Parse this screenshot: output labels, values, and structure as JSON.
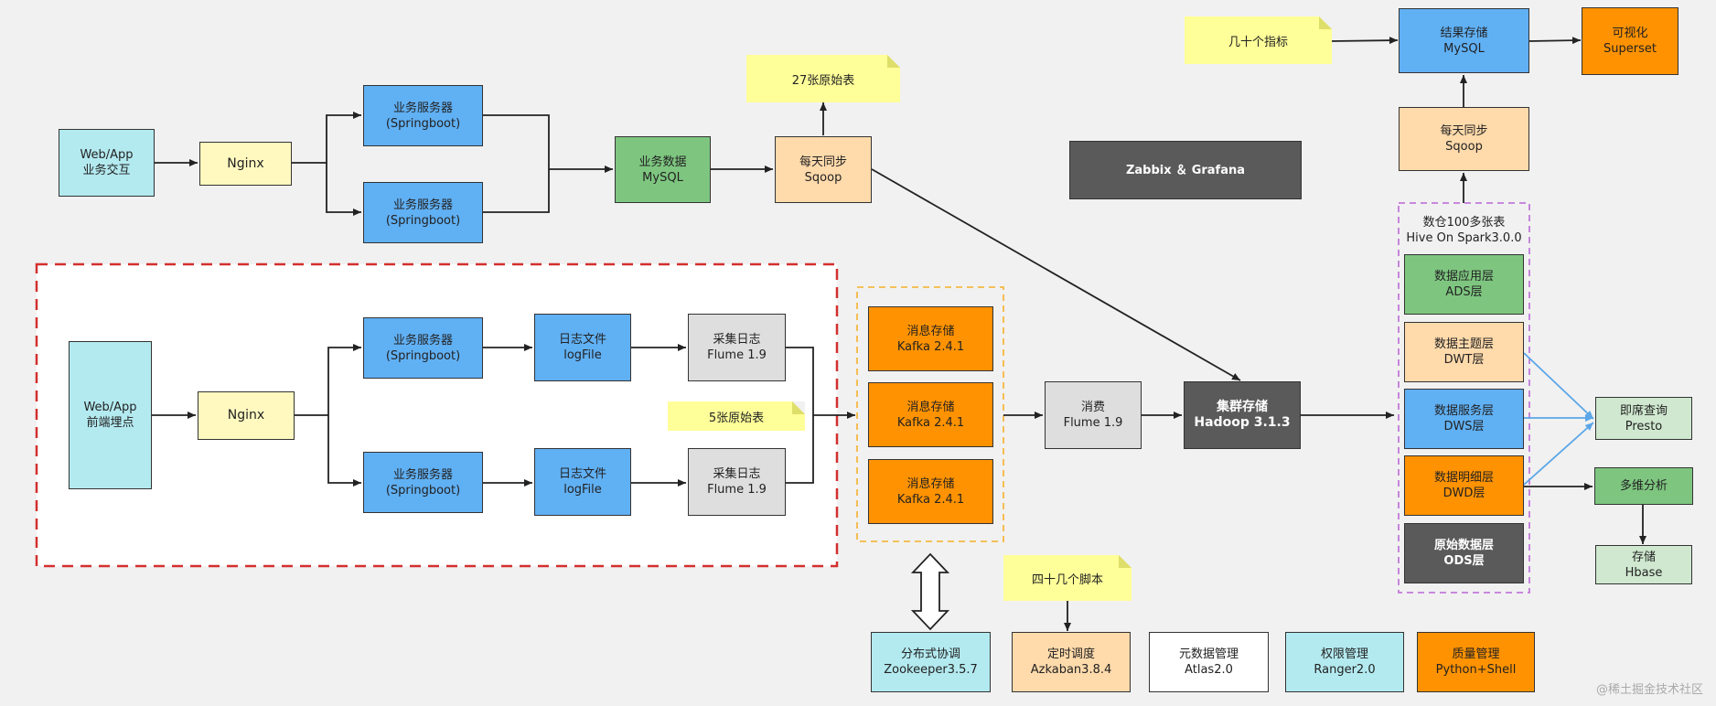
{
  "colors": {
    "cyan": "#b3eaf0",
    "yellow": "#fff9c0",
    "blue": "#60b0f4",
    "green": "#7ec680",
    "peach": "#ffdaab",
    "orange": "#ff9200",
    "gray": "#dedede",
    "dark": "#5a5a5a",
    "white": "#ffffff",
    "light_green": "#cfe8cf",
    "note": "#ffff99",
    "red_dash": "#d32f2f",
    "orange_dash": "#f5b942",
    "purple_dash": "#c27ad9",
    "edge_blue": "#5aa6e8"
  },
  "nodes": {
    "web_app_interact": [
      "Web/App",
      "业务交互"
    ],
    "nginx_top": [
      "Nginx"
    ],
    "biz_server_1": [
      "业务服务器",
      "(Springboot)"
    ],
    "biz_server_2": [
      "业务服务器",
      "(Springboot)"
    ],
    "biz_mysql": [
      "业务数据",
      "MySQL"
    ],
    "sqoop_daily": [
      "每天同步",
      "Sqoop"
    ],
    "zabbix": [
      "Zabbix ＆ Grafana"
    ],
    "web_app_track": [
      "Web/App",
      "前端埋点"
    ],
    "nginx_bottom": [
      "Nginx"
    ],
    "biz_server_3": [
      "业务服务器",
      "(Springboot)"
    ],
    "biz_server_4": [
      "业务服务器",
      "(Springboot)"
    ],
    "logfile_1": [
      "日志文件",
      "logFile"
    ],
    "logfile_2": [
      "日志文件",
      "logFile"
    ],
    "flume_collect_1": [
      "采集日志",
      "Flume 1.9"
    ],
    "flume_collect_2": [
      "采集日志",
      "Flume 1.9"
    ],
    "kafka_1": [
      "消息存储",
      "Kafka 2.4.1"
    ],
    "kafka_2": [
      "消息存储",
      "Kafka 2.4.1"
    ],
    "kafka_3": [
      "消息存储",
      "Kafka 2.4.1"
    ],
    "flume_consume": [
      "消费",
      "Flume 1.9"
    ],
    "hadoop": [
      "集群存储",
      "Hadoop 3.1.3"
    ],
    "ads": [
      "数据应用层",
      "ADS层"
    ],
    "dwt": [
      "数据主题层",
      "DWT层"
    ],
    "dws": [
      "数据服务层",
      "DWS层"
    ],
    "dwd": [
      "数据明细层",
      "DWD层"
    ],
    "ods": [
      "原始数据层",
      "ODS层"
    ],
    "sqoop_export": [
      "每天同步",
      "Sqoop"
    ],
    "result_mysql": [
      "结果存储",
      "MySQL"
    ],
    "superset": [
      "可视化",
      "Superset"
    ],
    "presto": [
      "即席查询",
      "Presto"
    ],
    "multi_analysis": [
      "多维分析"
    ],
    "hbase": [
      "存储",
      "Hbase"
    ],
    "zookeeper": [
      "分布式协调",
      "Zookeeper3.5.7"
    ],
    "azkaban": [
      "定时调度",
      "Azkaban3.8.4"
    ],
    "atlas": [
      "元数据管理",
      "Atlas2.0"
    ],
    "ranger": [
      "权限管理",
      "Ranger2.0"
    ],
    "quality": [
      "质量管理",
      "Python+Shell"
    ]
  },
  "notes": {
    "raw_tables_27": "27张原始表",
    "raw_tables_5": "5张原始表",
    "metrics": "几十个指标",
    "scripts": "四十几个脚本"
  },
  "warehouse_group": [
    "数仓100多张表",
    "Hive On Spark3.0.0"
  ],
  "watermark": "@稀土掘金技术社区"
}
